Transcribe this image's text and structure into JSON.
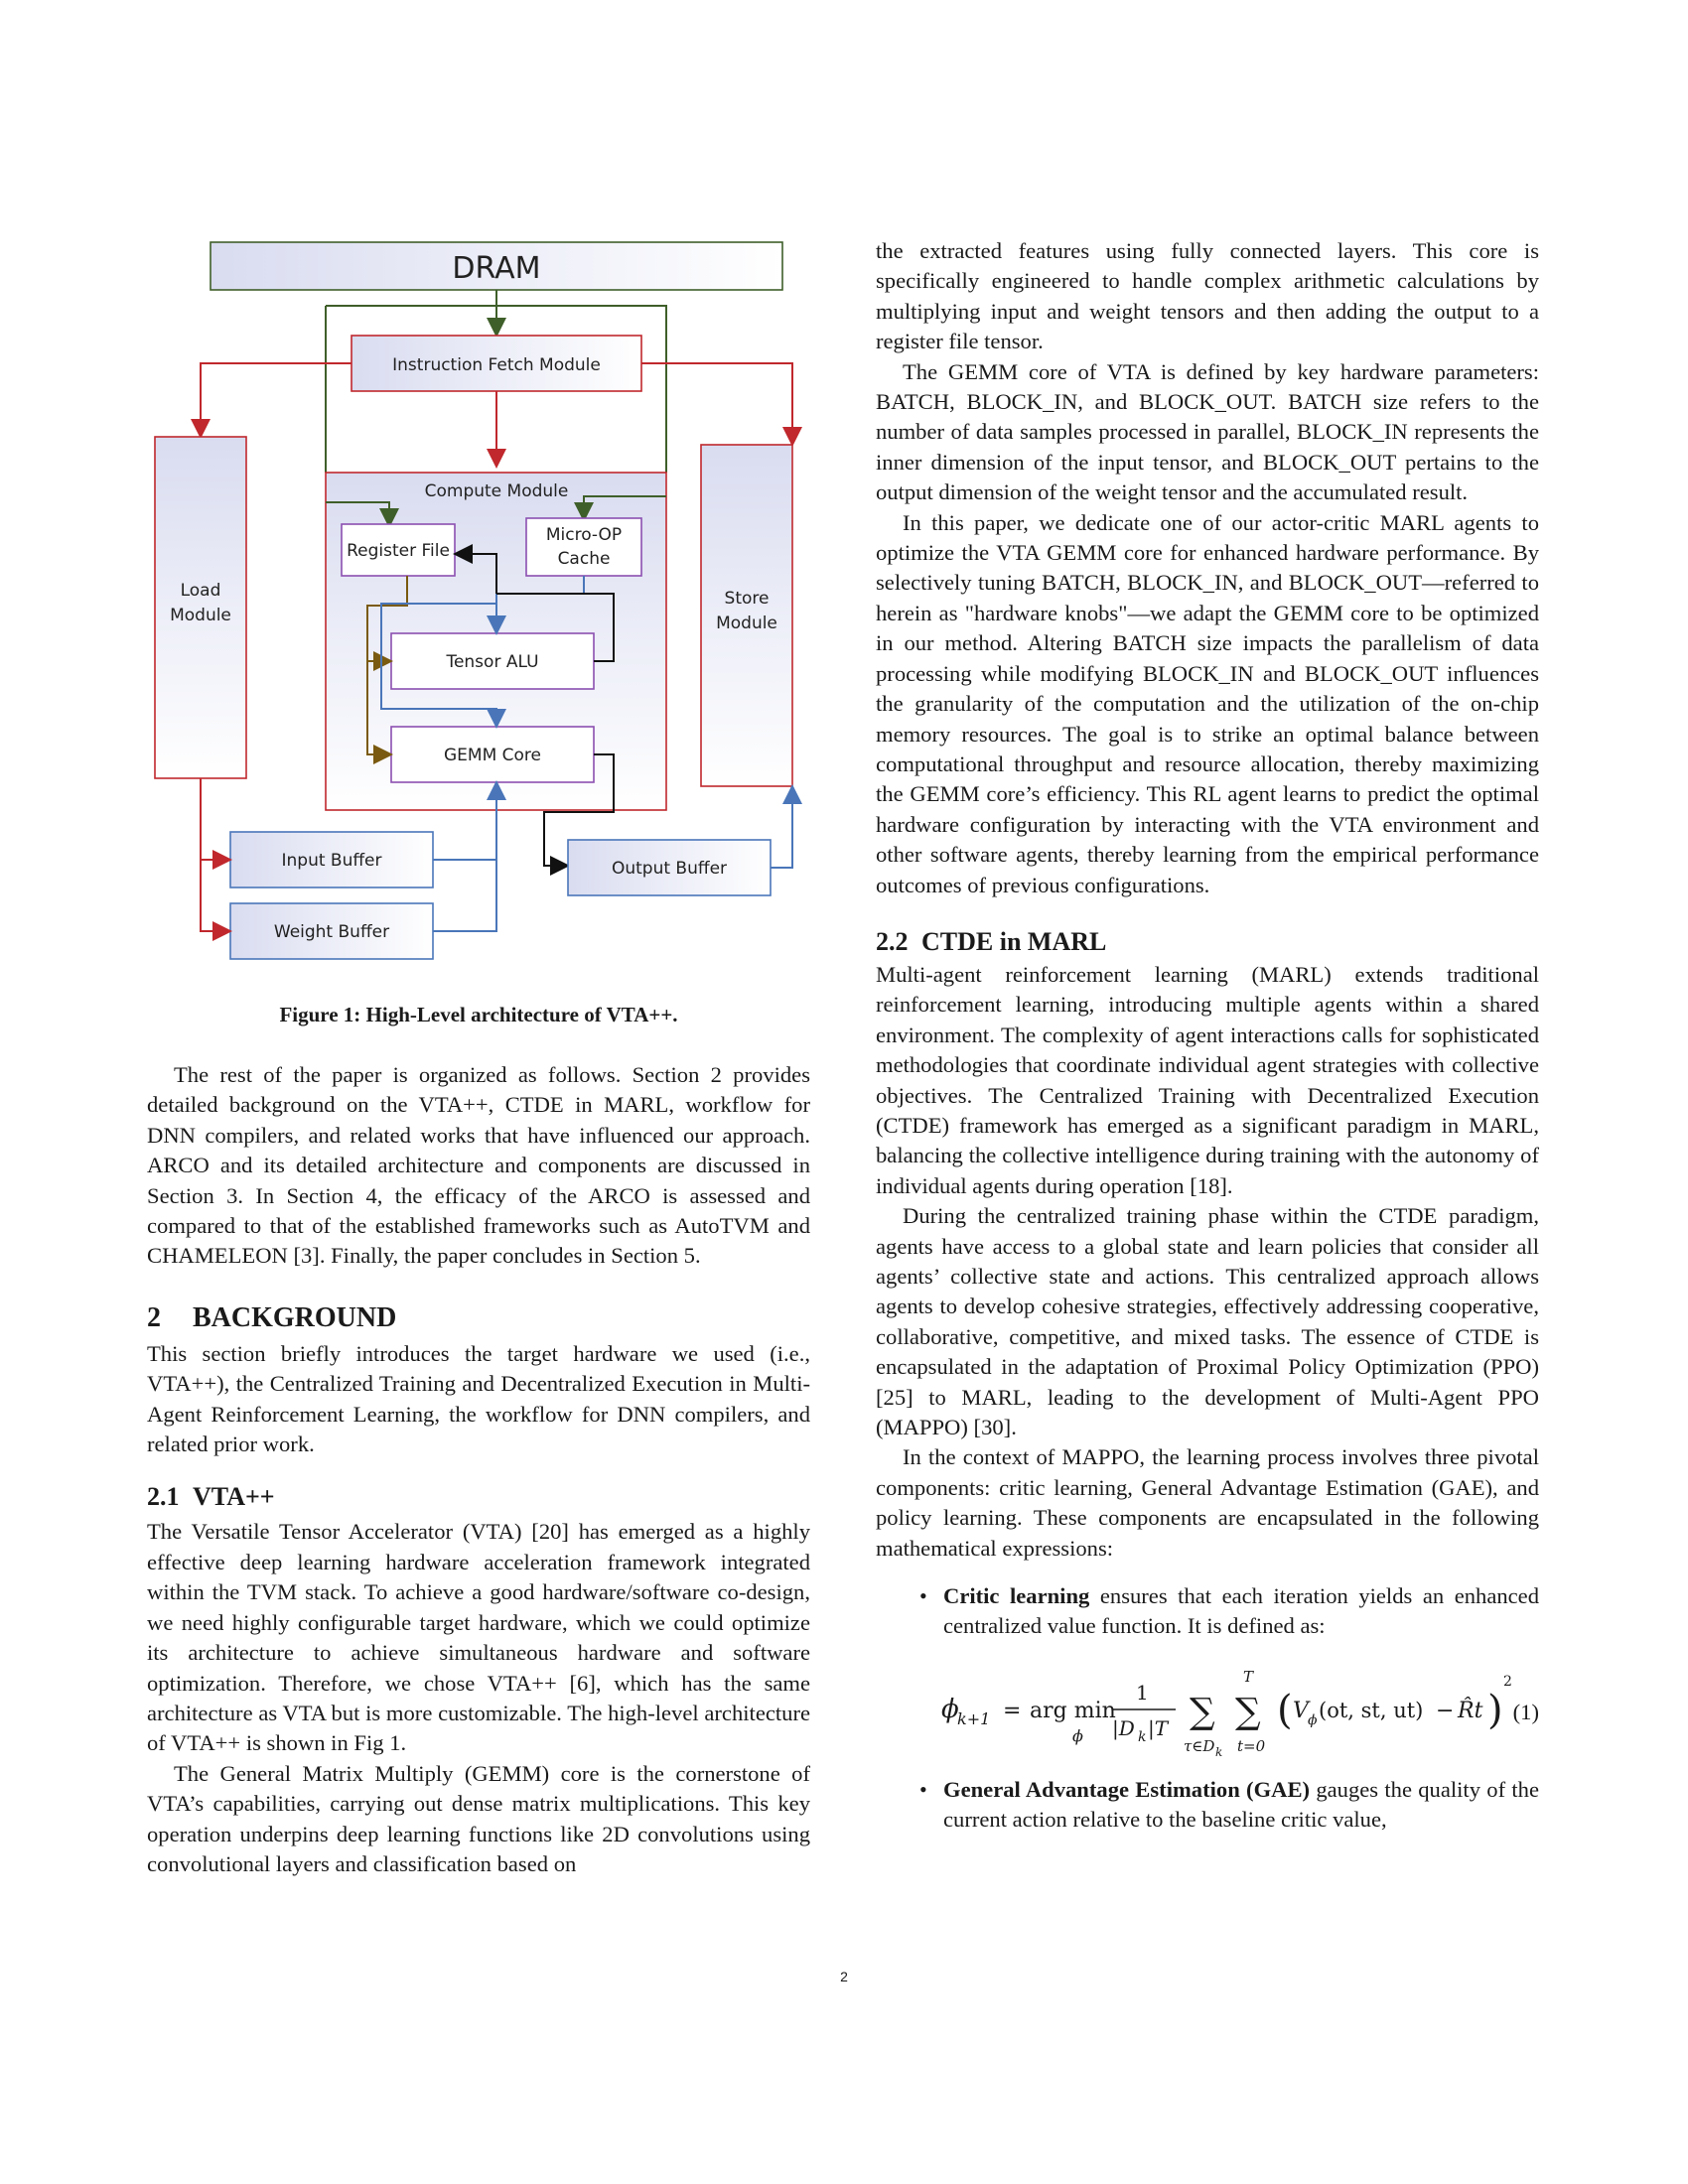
{
  "figure": {
    "blocks": {
      "dram": "DRAM",
      "fetch": "Instruction Fetch Module",
      "compute": "Compute Module",
      "load_1": "Load",
      "load_2": "Module",
      "store_1": "Store",
      "store_2": "Module",
      "register": "Register File",
      "microop_1": "Micro-OP",
      "microop_2": "Cache",
      "alu": "Tensor ALU",
      "gemm": "GEMM Core",
      "input_buf": "Input Buffer",
      "weight_buf": "Weight Buffer",
      "output_buf": "Output Buffer"
    },
    "caption_label": "Figure 1:",
    "caption_text": "High-Level architecture of VTA++.",
    "colors": {
      "red": "#c0282d",
      "green": "#3f5f2a",
      "blue": "#4a76b9",
      "purple": "#8b4fb0",
      "brown": "#7a5a10",
      "black": "#111111"
    }
  },
  "left": {
    "intro_para": "The rest of the paper is organized as follows. Section 2 provides detailed background on the VTA++, CTDE in MARL, workflow for DNN compilers, and related works that have influenced our approach. ARCO and its detailed architecture and components are discussed in Section 3. In Section 4, the efficacy of the ARCO is assessed and compared to that of the established frameworks such as AutoTVM and CHAMELEON [3]. Finally, the paper concludes in Section 5.",
    "sec2_num": "2",
    "sec2_title": "BACKGROUND",
    "sec2_para": "This section briefly introduces the target hardware we used (i.e., VTA++), the Centralized Training and Decentralized Execution in Multi-Agent Reinforcement Learning, the workflow for DNN compilers, and related prior work.",
    "sec21_num": "2.1",
    "sec21_title": "VTA++",
    "sec21_para1": "The Versatile Tensor Accelerator (VTA) [20] has emerged as a highly effective deep learning hardware acceleration framework integrated within the TVM stack. To achieve a good hardware/software co-design, we need highly configurable target hardware, which we could optimize its architecture to achieve simultaneous hardware and software optimization. Therefore, we chose VTA++ [6], which has the same architecture as VTA but is more customizable. The high-level architecture of VTA++ is shown in Fig 1.",
    "sec21_para2": "The General Matrix Multiply (GEMM) core is the cornerstone of VTA’s capabilities, carrying out dense matrix multiplications. This key operation underpins deep learning functions like 2D convolutions using convolutional layers and classification based on"
  },
  "right": {
    "para1": "the extracted features using fully connected layers. This core is specifically engineered to handle complex arithmetic calculations by multiplying input and weight tensors and then adding the output to a register file tensor.",
    "para2": "The GEMM core of VTA is defined by key hardware parameters: BATCH, BLOCK_IN, and BLOCK_OUT. BATCH size refers to the number of data samples processed in parallel, BLOCK_IN represents the inner dimension of the input tensor, and BLOCK_OUT pertains to the output dimension of the weight tensor and the accumulated result.",
    "para3": "In this paper, we dedicate one of our actor-critic MARL agents to optimize the VTA GEMM core for enhanced hardware performance. By selectively tuning BATCH, BLOCK_IN, and BLOCK_OUT—referred to herein as \"hardware knobs\"—we adapt the GEMM core to be optimized in our method. Altering BATCH size impacts the parallelism of data processing while modifying BLOCK_IN and BLOCK_OUT influences the granularity of the computation and the utilization of the on-chip memory resources. The goal is to strike an optimal balance between computational throughput and resource allocation, thereby maximizing the GEMM core’s efficiency. This RL agent learns to predict the optimal hardware configuration by interacting with the VTA environment and other software agents, thereby learning from the empirical performance outcomes of previous configurations.",
    "sec22_num": "2.2",
    "sec22_title": "CTDE in MARL",
    "para4": "Multi-agent reinforcement learning (MARL) extends traditional reinforcement learning, introducing multiple agents within a shared environment. The complexity of agent interactions calls for sophisticated methodologies that coordinate individual agent strategies with collective objectives. The Centralized Training with Decentralized Execution (CTDE) framework has emerged as a significant paradigm in MARL, balancing the collective intelligence during training with the autonomy of individual agents during operation [18].",
    "para5": "During the centralized training phase within the CTDE paradigm, agents have access to a global state and learn policies that consider all agents’ collective state and actions. This centralized approach allows agents to develop cohesive strategies, effectively addressing cooperative, collaborative, competitive, and mixed tasks. The essence of CTDE is encapsulated in the adaptation of Proximal Policy Optimization (PPO) [25] to MARL, leading to the development of Multi-Agent PPO (MAPPO) [30].",
    "para6": "In the context of MAPPO, the learning process involves three pivotal components: critic learning, General Advantage Estimation (GAE), and policy learning. These components are encapsulated in the following mathematical expressions:",
    "bullet1_bold": "Critic learning",
    "bullet1_text": " ensures that each iteration yields an enhanced centralized value function. It is defined as:",
    "eq1": {
      "phi_lhs": "ϕ",
      "lhs_sub": "k+1",
      "equals": "=",
      "argmin": "arg min",
      "argmin_sub": "ϕ",
      "frac_num": "1",
      "frac_den": "|D",
      "frac_den_sub": "k",
      "frac_den_end": "|T",
      "sum_sym": "∑",
      "sum1_lower": "τ∈D",
      "sum1_lower_sub": "k",
      "sum2_upper": "T",
      "sum2_lower": "t=0",
      "paren_open": "(",
      "v": "V",
      "v_sub": "ϕ",
      "args": "(ot, st, ut)",
      "minus": "−",
      "r_hat": "R̂t",
      "paren_close": ")",
      "power": "2",
      "number": "(1)"
    },
    "bullet2_bold": "General Advantage Estimation (GAE)",
    "bullet2_text": " gauges the quality of the current action relative to the baseline critic value,"
  },
  "page_number": "2"
}
